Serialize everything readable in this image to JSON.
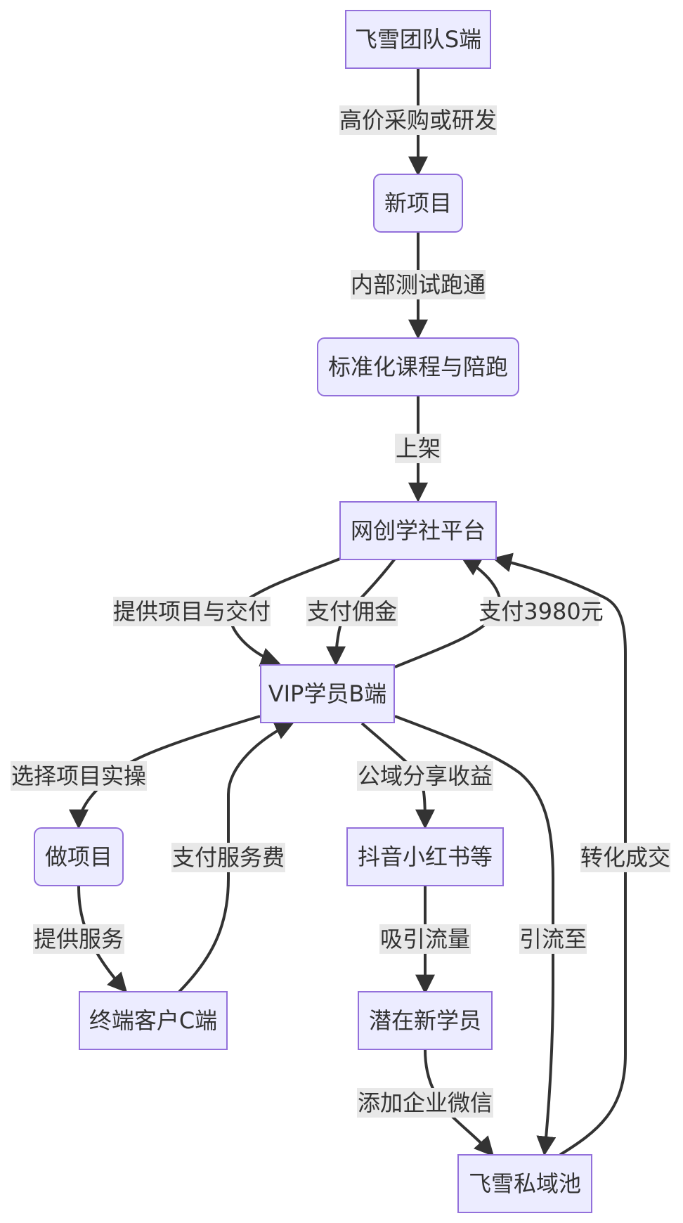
{
  "nodes": {
    "team_s": "飞雪团队S端",
    "new_project": "新项目",
    "std_course": "标准化课程与陪跑",
    "platform": "网创学社平台",
    "vip": "VIP学员B端",
    "do_project": "做项目",
    "end_customer": "终端客户C端",
    "douyin": "抖音小红书等",
    "potential": "潜在新学员",
    "private_pool": "飞雪私域池"
  },
  "edges": {
    "purchase": "高价采购或研发",
    "test": "内部测试跑通",
    "listing": "上架",
    "provide_project": "提供项目与交付",
    "commission": "支付佣金",
    "pay_3980": "支付3980元",
    "choose_project": "选择项目实操",
    "pay_service": "支付服务费",
    "public_share": "公域分享收益",
    "convert": "转化成交",
    "provide_service": "提供服务",
    "attract": "吸引流量",
    "redirect": "引流至",
    "add_wechat": "添加企业微信"
  },
  "colors": {
    "node_fill": "#ECECFF",
    "node_stroke": "#9370DB",
    "edge": "#333333",
    "label_bg": "#e8e8e8"
  }
}
